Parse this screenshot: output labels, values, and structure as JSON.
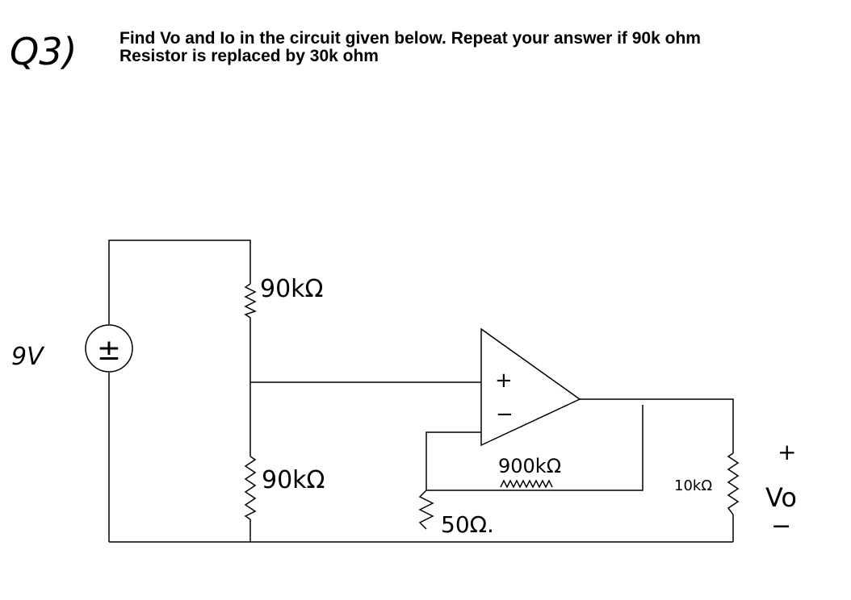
{
  "question": {
    "number": "Q3)",
    "line1": "Find Vo and Io in the circuit given below. Repeat your answer if 90k ohm",
    "line2": "Resistor is replaced by 30k ohm"
  },
  "circuit": {
    "source_label": "9V",
    "source_symbol": "±",
    "top_resistor": "90kΩ",
    "bottom_resistor": "90kΩ",
    "feedback_resistor": "900kΩ",
    "ground_resistor": "50Ω.",
    "load_resistor": "10kΩ",
    "opamp_plus": "+",
    "opamp_minus": "−",
    "vo_plus": "+",
    "vo_label": "Vo",
    "vo_minus": "−"
  },
  "colors": {
    "ink": "#000000",
    "background": "#ffffff"
  }
}
